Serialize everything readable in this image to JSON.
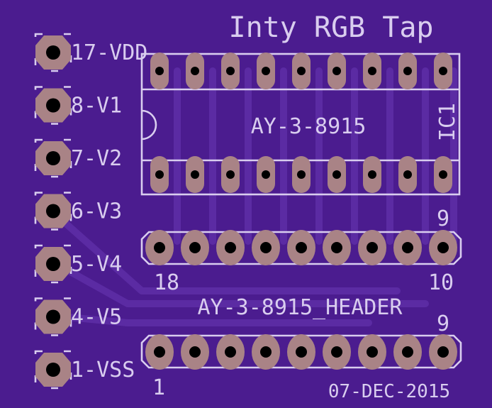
{
  "title": "Inty RGB Tap",
  "date": "07-DEC-2015",
  "ic": {
    "name": "IC1",
    "part": "AY-3-8915",
    "pin_count_per_row": 9
  },
  "header": {
    "name": "AY-3-8915_HEADER",
    "label_18": "18",
    "label_10": "10",
    "label_9_top": "9",
    "label_9_bottom": "9",
    "label_1": "1"
  },
  "signal_pads": [
    {
      "label": "17-VDD"
    },
    {
      "label": "8-V1"
    },
    {
      "label": "7-V2"
    },
    {
      "label": "6-V3"
    },
    {
      "label": "5-V4"
    },
    {
      "label": "4-V5"
    },
    {
      "label": "1-VSS"
    }
  ],
  "colors": {
    "board": "#4b1c8f",
    "silkscreen": "#d9cdef",
    "copper": "#a98386",
    "trace": "#5b2ba3"
  }
}
